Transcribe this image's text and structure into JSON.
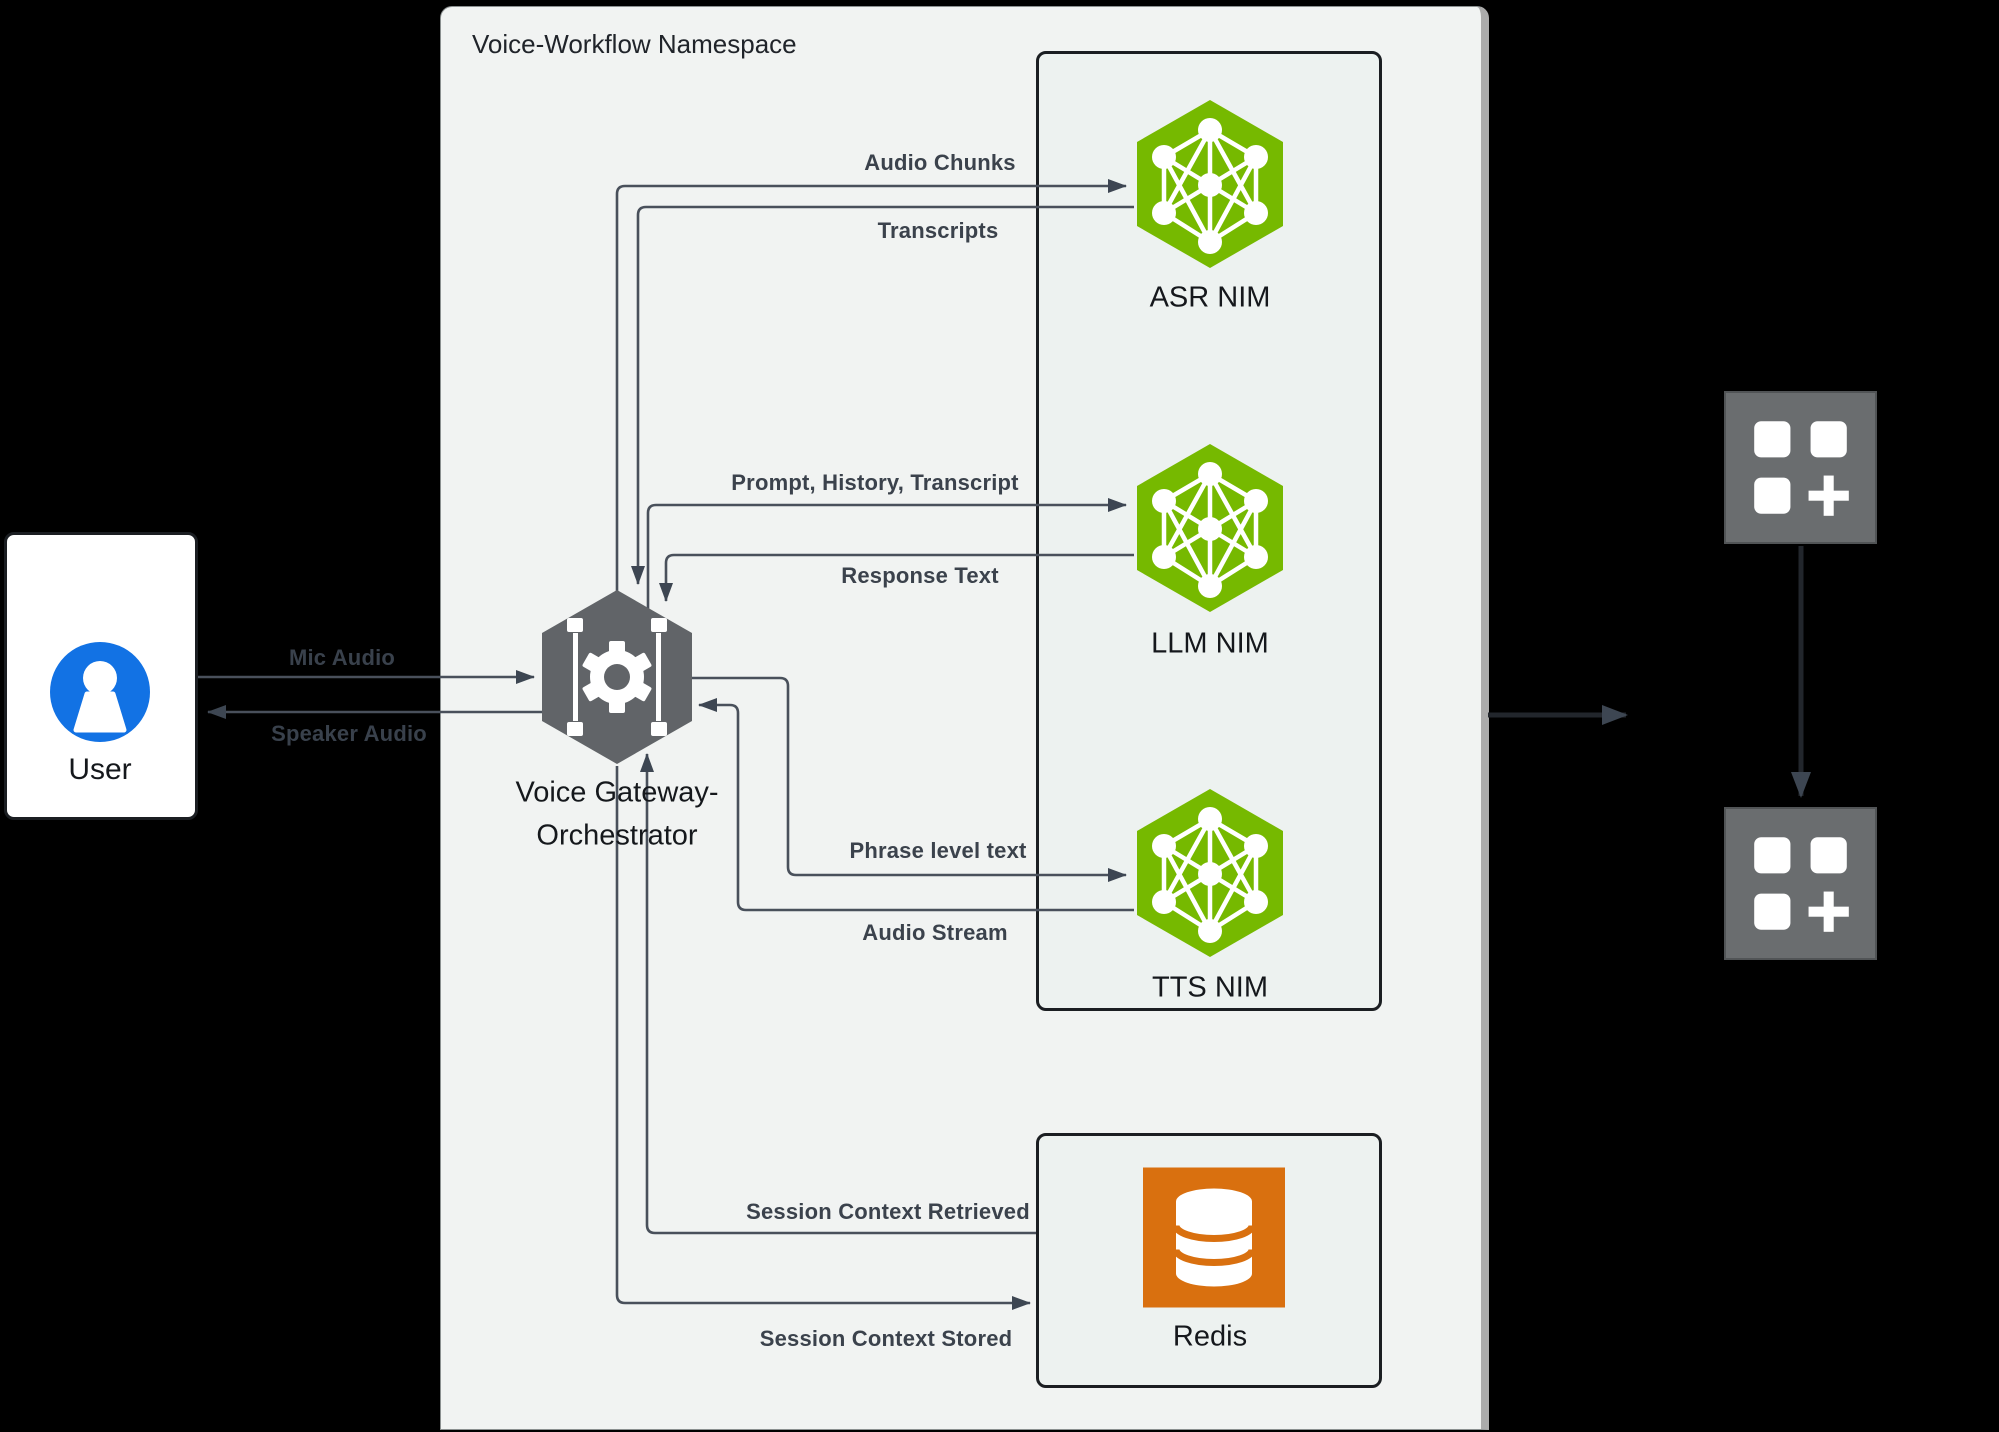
{
  "colors": {
    "background": "#000000",
    "canvas": "#f1f3f2",
    "panel_fill": "#edf2f0",
    "panel_border": "#1b1e22",
    "nim_green": "#76b900",
    "redis_orange": "#d9700f",
    "user_blue": "#1272e4",
    "gateway_gray": "#616468",
    "appbox_gray": "#6a6d6f",
    "line": "#49505b",
    "arrowhead": "#3d4652",
    "edge_label": "#3b424c",
    "node_label": "#15181c",
    "outside_label": "#39414c",
    "title_color": "#20242a"
  },
  "namespace": {
    "title": "Voice-Workflow Namespace"
  },
  "nodes": {
    "user": {
      "label": "User"
    },
    "gateway": {
      "label_line1": "Voice Gateway-",
      "label_line2": "Orchestrator"
    },
    "asr": {
      "label": "ASR NIM"
    },
    "llm": {
      "label": "LLM NIM"
    },
    "tts": {
      "label": "TTS NIM"
    },
    "redis": {
      "label": "Redis"
    }
  },
  "edges": {
    "mic_audio": {
      "label": "Mic Audio"
    },
    "speaker_audio": {
      "label": "Speaker Audio"
    },
    "audio_chunks": {
      "label": "Audio Chunks"
    },
    "transcripts": {
      "label": "Transcripts"
    },
    "prompt_history_transcript": {
      "label": "Prompt, History, Transcript"
    },
    "response_text": {
      "label": "Response Text"
    },
    "phrase_level_text": {
      "label": "Phrase level text"
    },
    "audio_stream": {
      "label": "Audio Stream"
    },
    "session_context_retrieved": {
      "label": "Session Context Retrieved"
    },
    "session_context_stored": {
      "label": "Session Context Stored"
    }
  }
}
